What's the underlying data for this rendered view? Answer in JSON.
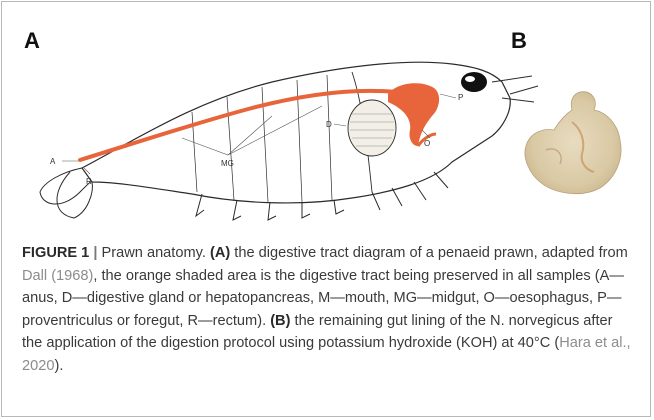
{
  "panels": {
    "a_label": "A",
    "b_label": "B"
  },
  "diagram_labels": {
    "anus": "A",
    "rectum": "R",
    "midgut": "MG",
    "digestive_gland": "D",
    "oesophagus": "O",
    "proventriculus": "P"
  },
  "caption": {
    "figure": "FIGURE 1",
    "bar": "|",
    "title": "Prawn anatomy.",
    "a_tag": "(A)",
    "text1": "the digestive tract diagram of a penaeid prawn, adapted from",
    "ref1": "Dall (1968)",
    "text2": ", the orange shaded area is the digestive tract being preserved in all samples (A—anus, D—digestive gland or hepatopancreas, M—mouth, MG—midgut, O—oesophagus, P—proventriculus or foregut, R—rectum).",
    "b_tag": "(B)",
    "text3": "the remaining gut lining of the N. norvegicus after the application of the digestion protocol using potassium hydroxide (KOH) at 40°C (",
    "ref2": "Hara et al., 2020",
    "text4": ")."
  },
  "colors": {
    "gut_orange": "#e8643a",
    "outline": "#2b2b2b",
    "caption_text": "#3a3a3a",
    "link_gray": "#8c8c8c"
  }
}
